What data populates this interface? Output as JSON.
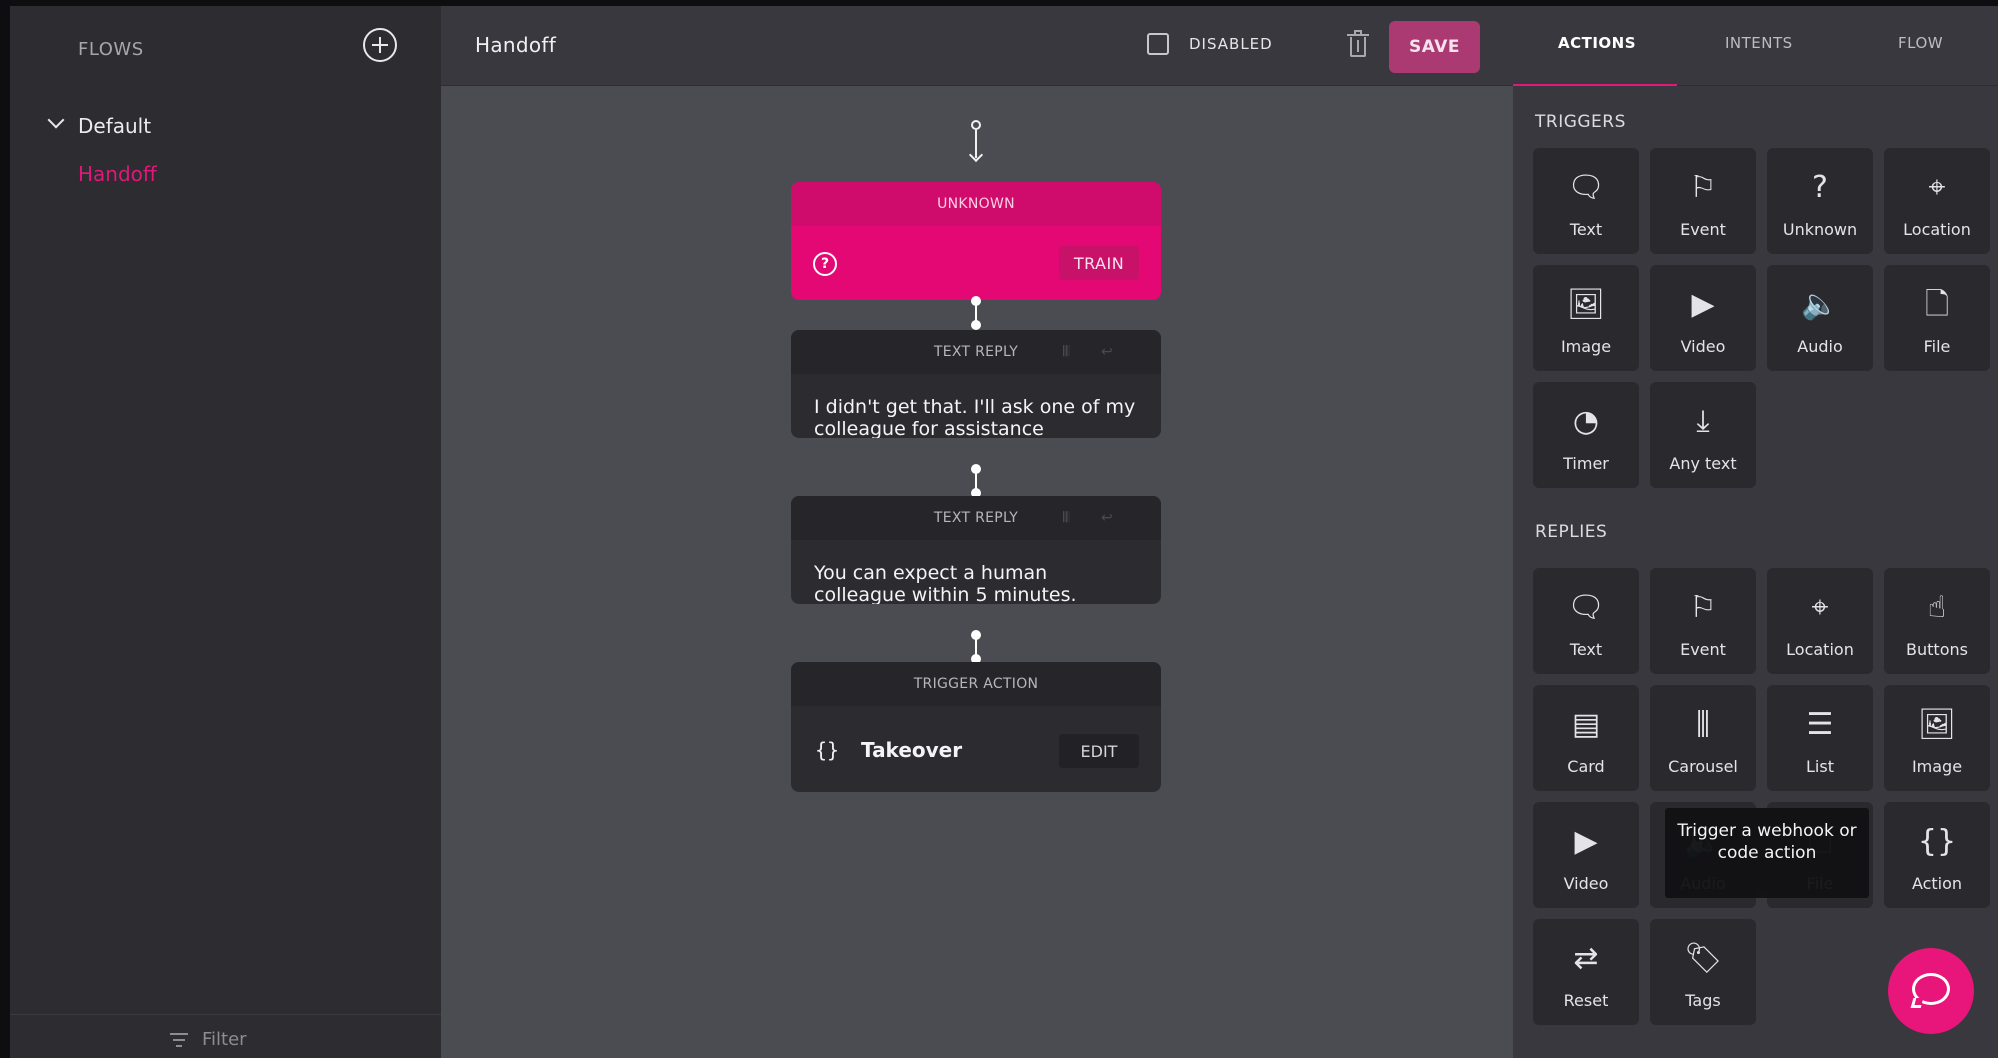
{
  "sidebar": {
    "title": "FLOWS",
    "add_icon": "plus-circle-icon",
    "groups": [
      {
        "label": "Default",
        "expanded": true,
        "items": [
          {
            "label": "Handoff",
            "active": true
          }
        ]
      }
    ],
    "filter_label": "Filter"
  },
  "editor": {
    "flow_name": "Handoff",
    "disabled_label": "DISABLED",
    "disabled_checked": false,
    "save_label": "SAVE",
    "nodes": [
      {
        "type": "UNKNOWN",
        "action_label": "TRAIN"
      },
      {
        "type": "TEXT REPLY",
        "text": "I didn't get that. I'll ask one of my colleague for assistance"
      },
      {
        "type": "TEXT REPLY",
        "text": "You can expect a human colleague within 5 minutes."
      },
      {
        "type": "TRIGGER ACTION",
        "action_name": "Takeover",
        "action_label": "EDIT",
        "braces": "{}"
      }
    ]
  },
  "panel": {
    "tabs": [
      {
        "label": "ACTIONS",
        "active": true
      },
      {
        "label": "INTENTS",
        "active": false
      },
      {
        "label": "FLOW",
        "active": false
      }
    ],
    "triggers_title": "TRIGGERS",
    "triggers": [
      {
        "label": "Text",
        "icon": "speech-bubble-icon",
        "glyph": "🗨"
      },
      {
        "label": "Event",
        "icon": "flag-icon",
        "glyph": "⚐"
      },
      {
        "label": "Unknown",
        "icon": "question-circle-icon",
        "glyph": "?"
      },
      {
        "label": "Location",
        "icon": "crosshair-icon",
        "glyph": "⌖"
      },
      {
        "label": "Image",
        "icon": "image-icon",
        "glyph": "🖼"
      },
      {
        "label": "Video",
        "icon": "video-icon",
        "glyph": "▶"
      },
      {
        "label": "Audio",
        "icon": "speaker-icon",
        "glyph": "🔈"
      },
      {
        "label": "File",
        "icon": "file-icon",
        "glyph": "🗋"
      },
      {
        "label": "Timer",
        "icon": "timer-icon",
        "glyph": "◔"
      },
      {
        "label": "Any text",
        "icon": "download-box-icon",
        "glyph": "⤓"
      }
    ],
    "replies_title": "REPLIES",
    "replies": [
      {
        "label": "Text",
        "icon": "speech-bubble-icon",
        "glyph": "🗨"
      },
      {
        "label": "Event",
        "icon": "flag-icon",
        "glyph": "⚐"
      },
      {
        "label": "Location",
        "icon": "crosshair-icon",
        "glyph": "⌖"
      },
      {
        "label": "Buttons",
        "icon": "pointer-hand-icon",
        "glyph": "☝"
      },
      {
        "label": "Card",
        "icon": "card-icon",
        "glyph": "▤"
      },
      {
        "label": "Carousel",
        "icon": "carousel-icon",
        "glyph": "⫼"
      },
      {
        "label": "List",
        "icon": "list-icon",
        "glyph": "☰"
      },
      {
        "label": "Image",
        "icon": "image-icon",
        "glyph": "🖼"
      },
      {
        "label": "Video",
        "icon": "video-icon",
        "glyph": "▶"
      },
      {
        "label": "Audio",
        "icon": "speaker-icon",
        "glyph": "🔈"
      },
      {
        "label": "File",
        "icon": "file-icon",
        "glyph": "🗋"
      },
      {
        "label": "Action",
        "icon": "braces-icon",
        "glyph": "{}"
      },
      {
        "label": "Reset",
        "icon": "reset-icon",
        "glyph": "⇄"
      },
      {
        "label": "Tags",
        "icon": "tag-icon",
        "glyph": "🏷"
      }
    ],
    "tooltip": "Trigger a webhook or code action"
  },
  "colors": {
    "accent": "#e0187a",
    "sidebar": "#2c2c31",
    "canvas": "#4b4b52",
    "tile": "#2a2a2e"
  }
}
